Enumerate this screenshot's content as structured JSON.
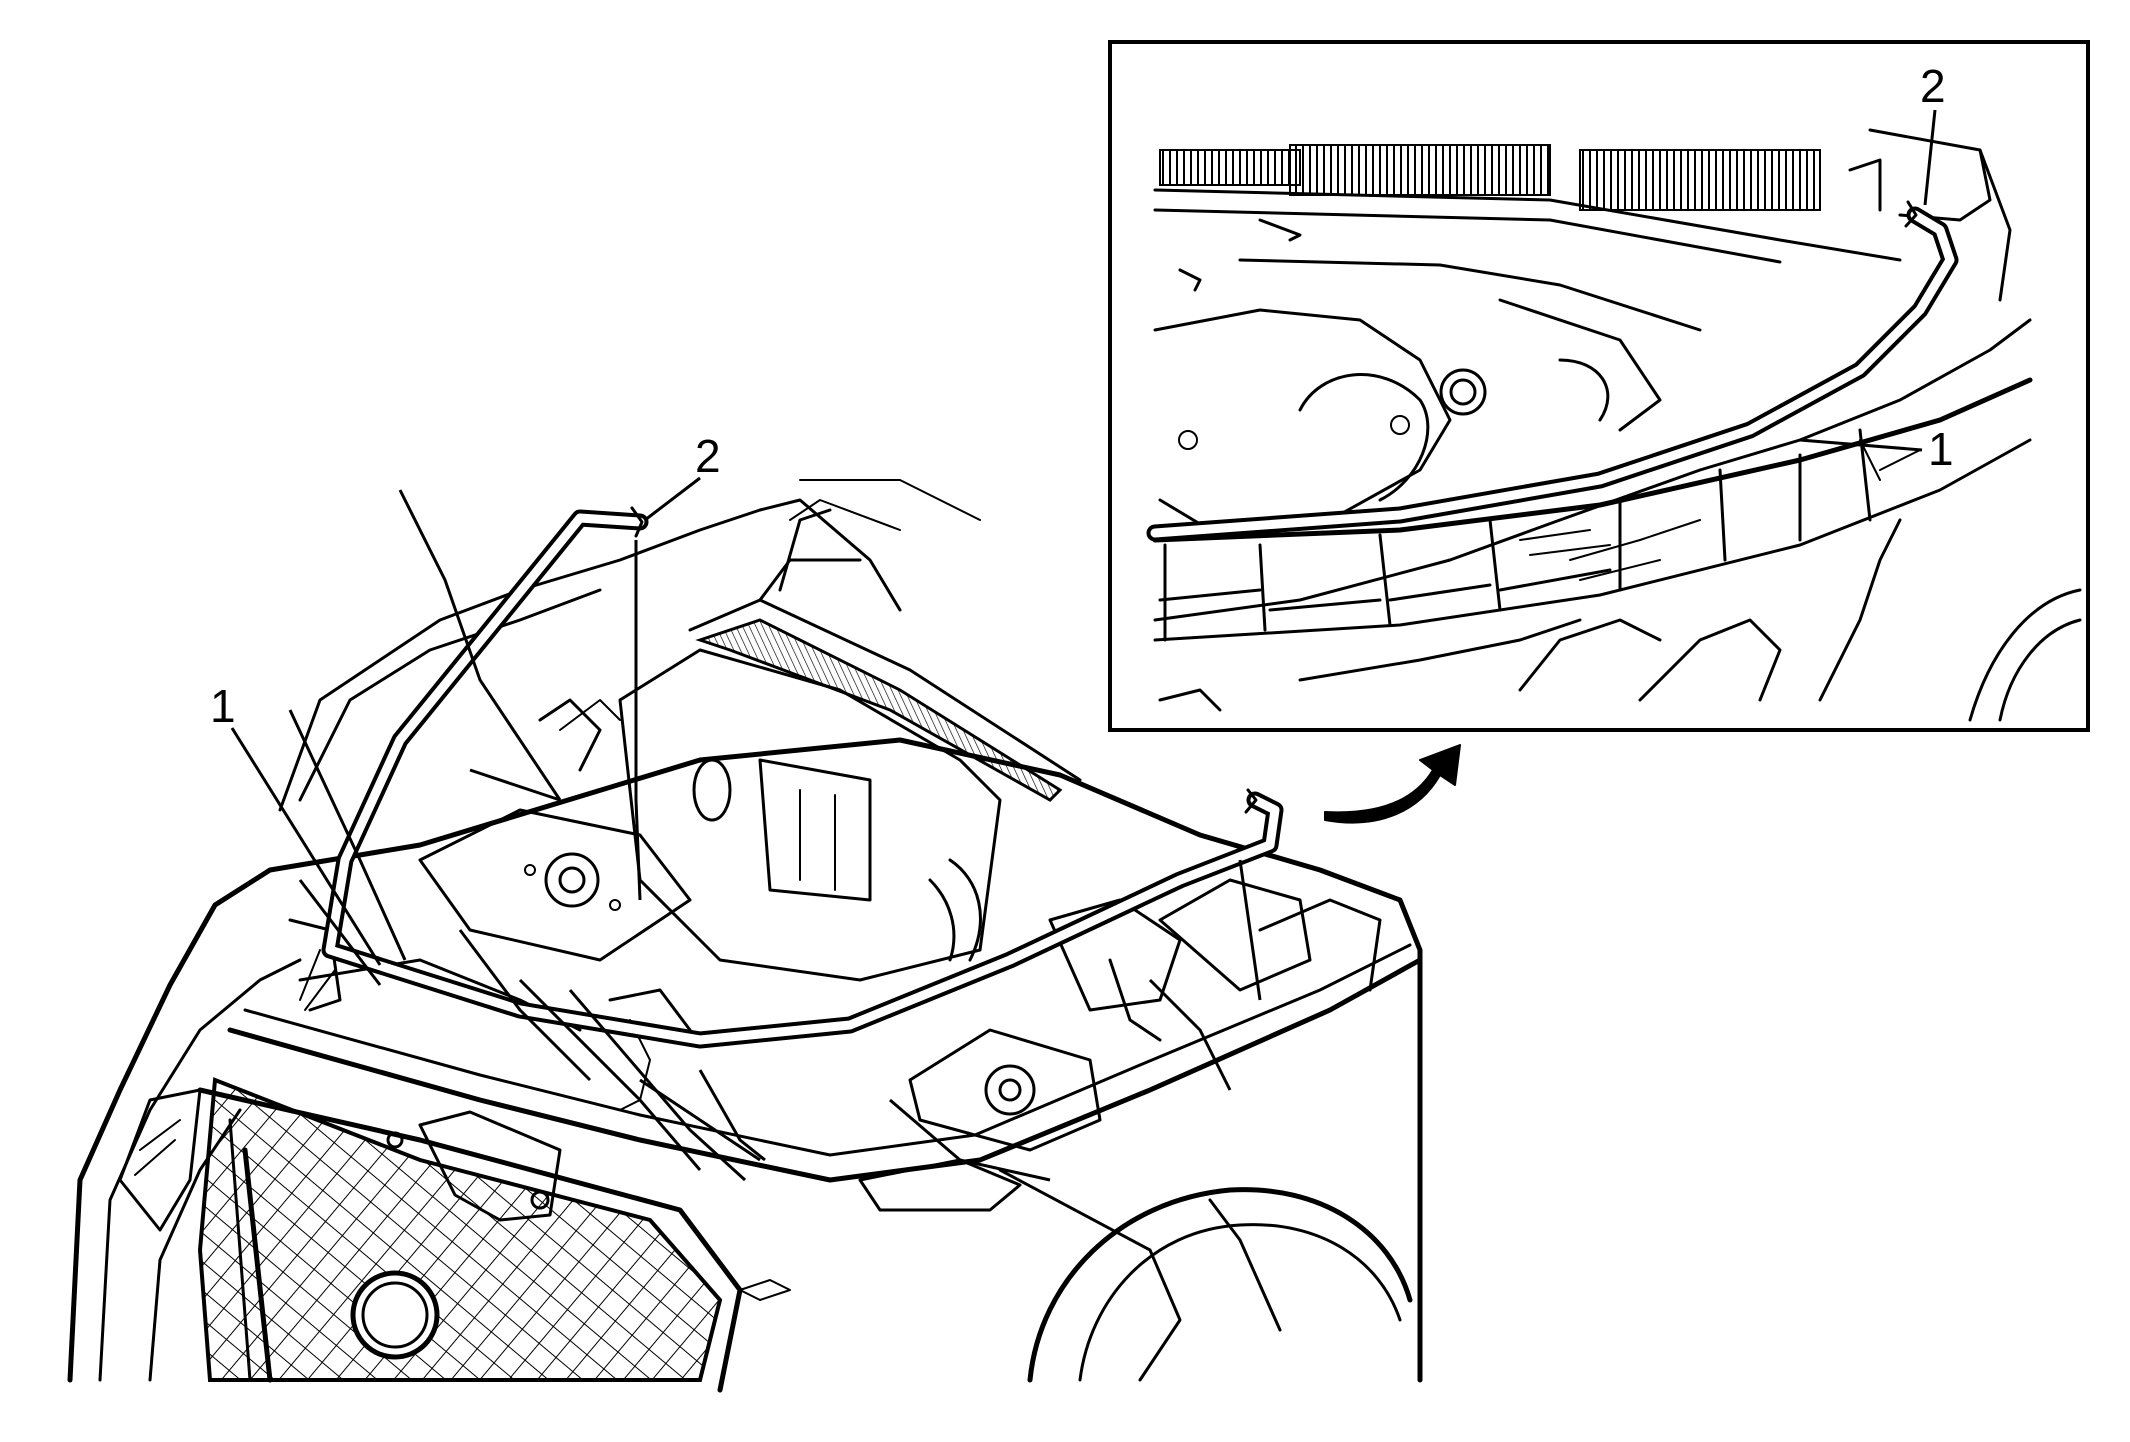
{
  "callouts": {
    "main_weatherstrip": "1",
    "main_seal_end": "2",
    "detail_weatherstrip": "1",
    "detail_seal_end": "2"
  }
}
